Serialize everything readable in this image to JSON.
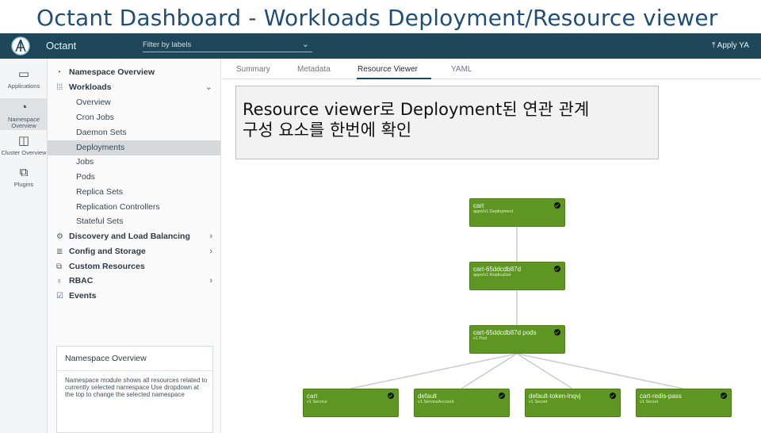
{
  "slide": {
    "title": "Octant Dashboard - Workloads Deployment/Resource viewer"
  },
  "topbar": {
    "app_name": "Octant",
    "filter_placeholder": "Filter by labels",
    "apply_label": "Apply YA",
    "logo_icon": "octant-logo-icon",
    "colors": {
      "bar": "#1e4759"
    }
  },
  "rail": [
    {
      "label": "Applications",
      "icon": "applications-icon"
    },
    {
      "label": "Namespace Overview",
      "icon": "dashboard-gauge-icon"
    },
    {
      "label": "Cluster Overview",
      "icon": "cluster-icon"
    },
    {
      "label": "Plugins",
      "icon": "puzzle-icon"
    }
  ],
  "nav": {
    "namespace_overview": "Namespace Overview",
    "workloads": "Workloads",
    "workload_items": [
      "Overview",
      "Cron Jobs",
      "Daemon Sets",
      "Deployments",
      "Jobs",
      "Pods",
      "Replica Sets",
      "Replication Controllers",
      "Stateful Sets"
    ],
    "selected": "Deployments",
    "discovery": "Discovery and Load Balancing",
    "config": "Config and Storage",
    "custom": "Custom Resources",
    "rbac": "RBAC",
    "events": "Events"
  },
  "help": {
    "title": "Namespace Overview",
    "body": "Namespace module shows all resources related to currently selected namespace Use dropdown at the top to change the selected namespace"
  },
  "tabs": [
    {
      "label": "Summary",
      "active": false
    },
    {
      "label": "Metadata",
      "active": false
    },
    {
      "label": "Resource Viewer",
      "active": true
    },
    {
      "label": "YAML",
      "active": false
    }
  ],
  "callout": {
    "line1": "Resource viewer로 Deployment된 연관 관계",
    "line2": "구성 요소를 한번에 확인"
  },
  "graph": {
    "node_color": "#5e9624",
    "nodes": [
      {
        "name": "cart",
        "kind": "apps/v1 Deployment",
        "status": "ok"
      },
      {
        "name": "cart-65ddcdb87d",
        "kind": "apps/v1 ReplicaSet",
        "status": "ok"
      },
      {
        "name": "cart-65ddcdb87d pods",
        "kind": "v1 Pod",
        "status": "ok"
      },
      {
        "name": "cart",
        "kind": "v1 Service",
        "status": "ok"
      },
      {
        "name": "default",
        "kind": "v1 ServiceAccount",
        "status": "ok"
      },
      {
        "name": "default-token-lnqvj",
        "kind": "v1 Secret",
        "status": "ok"
      },
      {
        "name": "cart-redis-pass",
        "kind": "v1 Secret",
        "status": "ok"
      }
    ]
  }
}
